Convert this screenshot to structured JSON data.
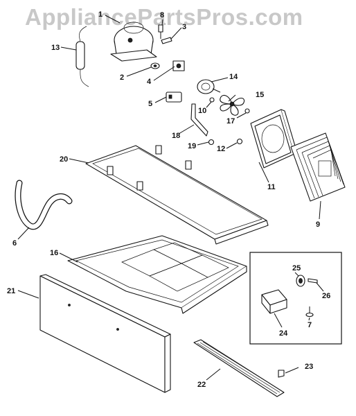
{
  "watermark": "AppliancePartsPros.com",
  "callouts": {
    "c1": "1",
    "c2": "2",
    "c3": "3",
    "c4": "4",
    "c5": "5",
    "c6": "6",
    "c7": "7",
    "c8": "8",
    "c9": "9",
    "c10": "10",
    "c11": "11",
    "c12": "12",
    "c13": "13",
    "c14": "14",
    "c15": "15",
    "c16": "16",
    "c17": "17",
    "c18": "18",
    "c19": "19",
    "c20": "20",
    "c21": "21",
    "c22": "22",
    "c23": "23",
    "c24": "24",
    "c25": "25",
    "c26": "26"
  }
}
